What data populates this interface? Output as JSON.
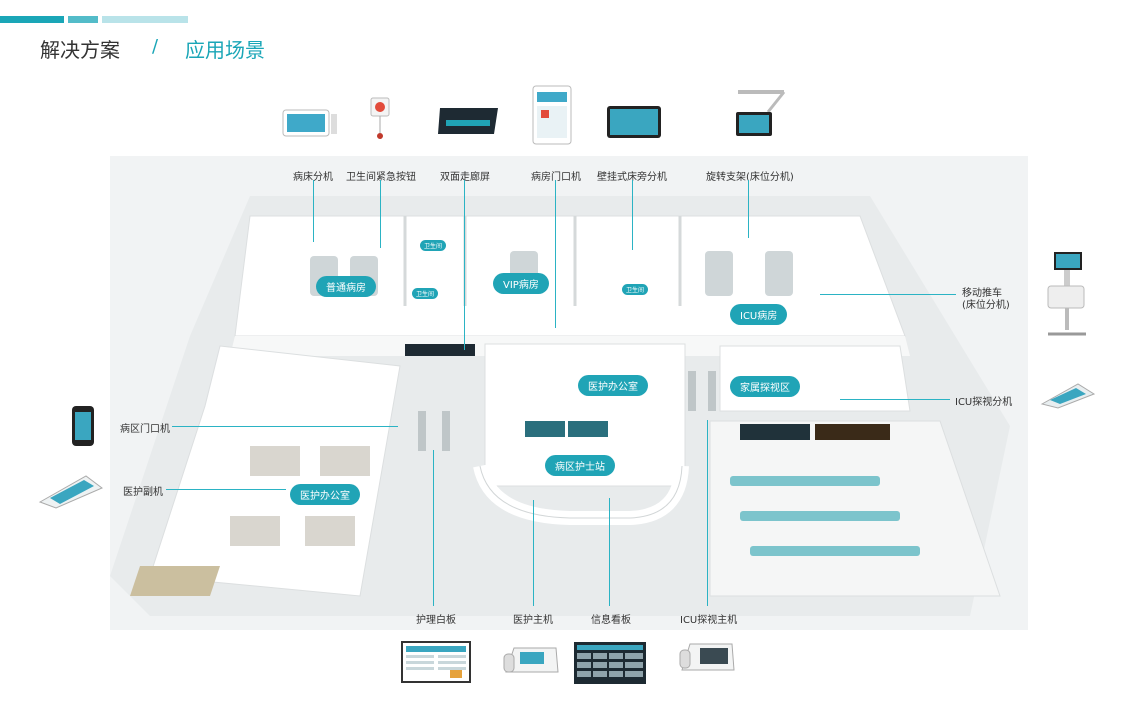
{
  "header": {
    "title": "解决方案",
    "separator": "/",
    "subtitle": "应用场景"
  },
  "colors": {
    "accent": "#1aa6b7",
    "floor": "#f1f3f4",
    "wall": "#ffffff"
  },
  "top_devices": {
    "bed_terminal": "病床分机",
    "toilet_button": "卫生间紧急按钮",
    "double_corridor_screen": "双面走廊屏",
    "ward_door": "病房门口机",
    "wall_bedside": "壁挂式床旁分机",
    "rotating_arm": "旋转支架(床位分机)"
  },
  "right_devices": {
    "mobile_cart": "移动推车\n(床位分机)",
    "icu_visit_terminal": "ICU探视分机"
  },
  "left_devices": {
    "area_door": "病区门口机",
    "medical_sub": "医护副机"
  },
  "bottom_devices": {
    "whiteboard": "护理白板",
    "medical_master": "医护主机",
    "info_board": "信息看板",
    "icu_visit_master": "ICU探视主机"
  },
  "rooms": {
    "general_ward": "普通病房",
    "bathroom_1": "卫生间",
    "bathroom_2": "卫生间",
    "bathroom_3": "卫生间",
    "vip_ward": "VIP病房",
    "icu_ward": "ICU病房",
    "doctor_office": "医护办公室",
    "nurse_station": "病区护士站",
    "family_visit": "家属探视区",
    "medical_office_left": "医护办公室"
  }
}
